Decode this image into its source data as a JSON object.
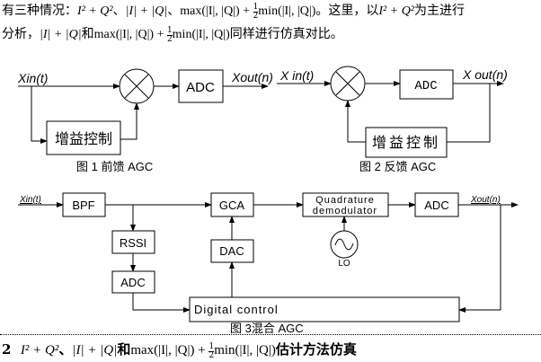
{
  "intro": {
    "line1_prefix": "有三种情况：",
    "expr_sq": "I² + Q²",
    "sep": "、",
    "expr_abs": "|I| + |Q|",
    "expr_max_a": "max(|I|, |Q|) + ",
    "frac_num": "1",
    "frac_den": "2",
    "expr_max_b": "min(|I|, |Q|)",
    "line1_mid": "。这里，以",
    "line1_suffix": "为主进行",
    "line2_prefix": "分析，",
    "line2_and": "和",
    "line2_suffix": "同样进行仿真对比。"
  },
  "fig1": {
    "input_label": "Xin(t)",
    "adc_label": "ADC",
    "output_label": "Xout(n)",
    "gain_label": "增益控制",
    "caption": "图 1 前馈 AGC"
  },
  "fig2": {
    "input_label": "X in(t)",
    "adc_label": "ADC",
    "output_label": "X out(n)",
    "gain_label": "增益控制",
    "caption": "图 2 反馈 AGC"
  },
  "fig3": {
    "input_label": "Xin(t)",
    "bpf_label": "BPF",
    "rssi_label": "RSSI",
    "adc1_label": "ADC",
    "gca_label": "GCA",
    "dac_label": "DAC",
    "quad_label_1": "Quadrature",
    "quad_label_2": "demodulator",
    "lo_label": "LO",
    "adc2_label": "ADC",
    "output_label": "Xout(n)",
    "digital_label": "Digital control",
    "caption": "图 3混合 AGC"
  },
  "heading": {
    "number": "2",
    "expr_sq": "I² + Q²",
    "sep": "、",
    "expr_abs": "|I| + |Q|",
    "and": "和",
    "expr_max_a": "max(|I|, |Q|) + ",
    "frac_num": "1",
    "frac_den": "2",
    "expr_max_b": "min(|I|, |Q|)",
    "suffix": "估计方法仿真"
  }
}
